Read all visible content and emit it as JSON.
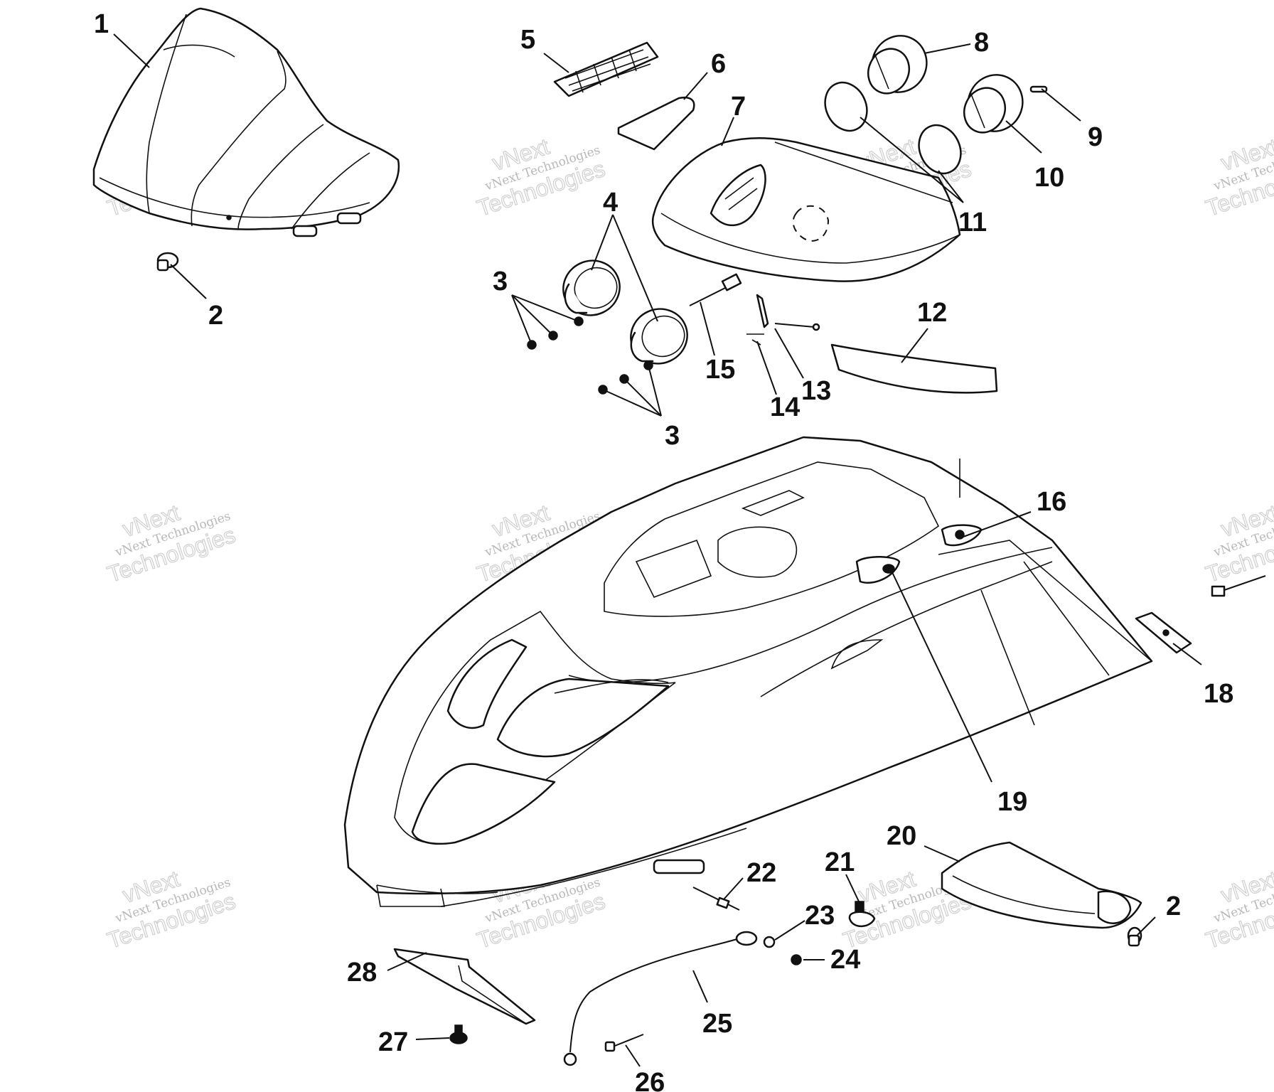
{
  "callouts": {
    "c1": "1",
    "c2a": "2",
    "c2b": "2",
    "c3a": "3",
    "c3b": "3",
    "c4": "4",
    "c5": "5",
    "c6": "6",
    "c7": "7",
    "c8": "8",
    "c9": "9",
    "c10": "10",
    "c11": "11",
    "c12": "12",
    "c13": "13",
    "c14": "14",
    "c15": "15",
    "c16": "16",
    "c18": "18",
    "c19": "19",
    "c20": "20",
    "c21": "21",
    "c22": "22",
    "c23": "23",
    "c24": "24",
    "c25": "25",
    "c26": "26",
    "c27": "27",
    "c28": "28"
  },
  "watermark": {
    "line1": "vNext Technologies",
    "line2": "Technologies",
    "line3": "vNext"
  },
  "colors": {
    "ink": "#111111",
    "watermark": "#c8c8c8",
    "background": "#ffffff"
  }
}
